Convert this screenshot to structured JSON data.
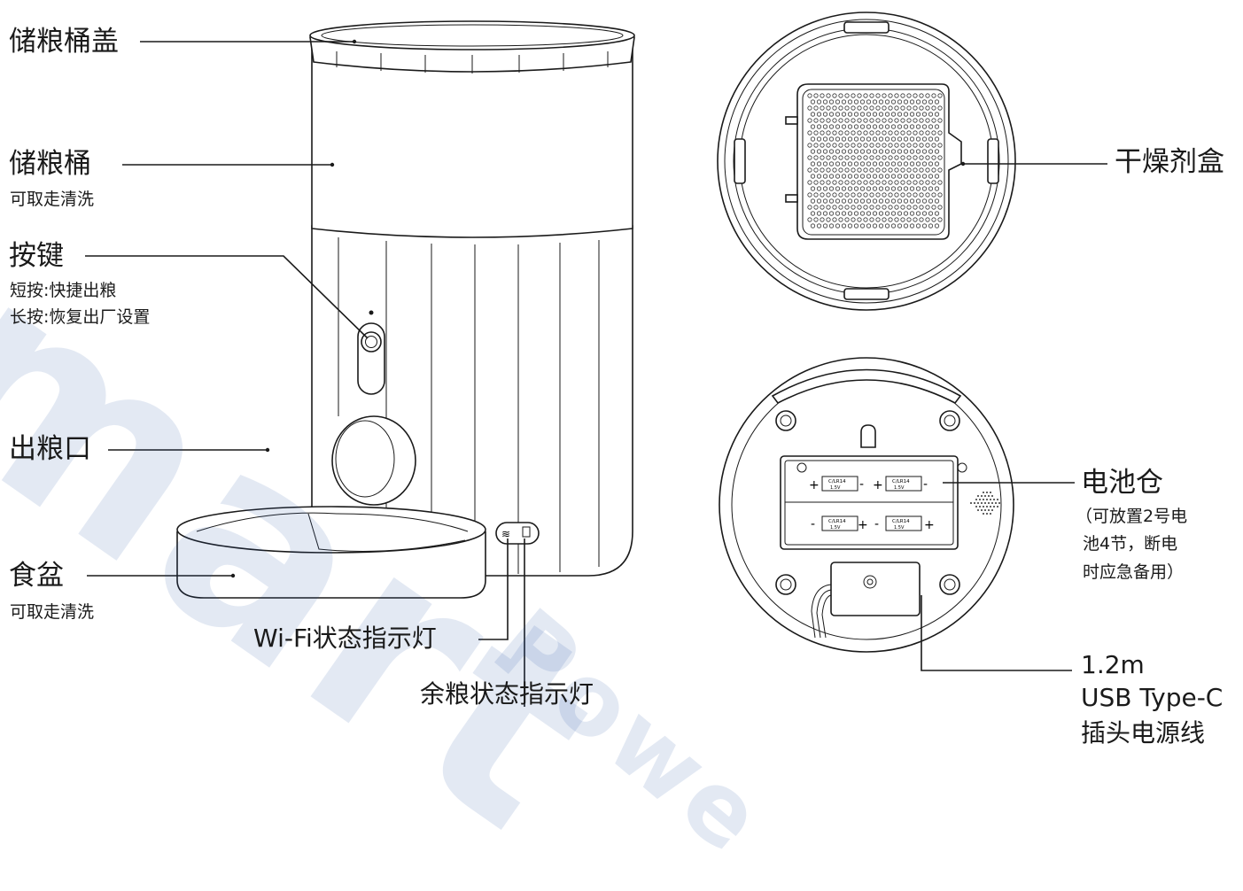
{
  "labels": {
    "lid": "储粮桶盖",
    "bucket": "储粮桶",
    "bucket_note": "可取走清洗",
    "button": "按键",
    "button_short": "短按:快捷出粮",
    "button_long": "长按:恢复出厂设置",
    "outlet": "出粮口",
    "bowl": "食盆",
    "bowl_note": "可取走清洗",
    "wifi_light": "Wi-Fi状态指示灯",
    "food_light": "余粮状态指示灯",
    "desiccant": "干燥剂盒",
    "battery": "电池仓",
    "battery_note_1": "（可放置2号电",
    "battery_note_2": "池4节，断电",
    "battery_note_3": "时应急备用）",
    "cable_length": "1.2m",
    "cable_type": "USB Type-C",
    "cable_desc": "插头电源线"
  },
  "battery_marks": {
    "cell_label": "C/LR14",
    "cell_voltage": "1.5V",
    "plus": "+",
    "minus": "-"
  },
  "watermark": {
    "text_main": "mart",
    "text_sub": "Powe"
  },
  "colors": {
    "line": "#1a1a1a",
    "watermark": "#1f4fa3"
  }
}
